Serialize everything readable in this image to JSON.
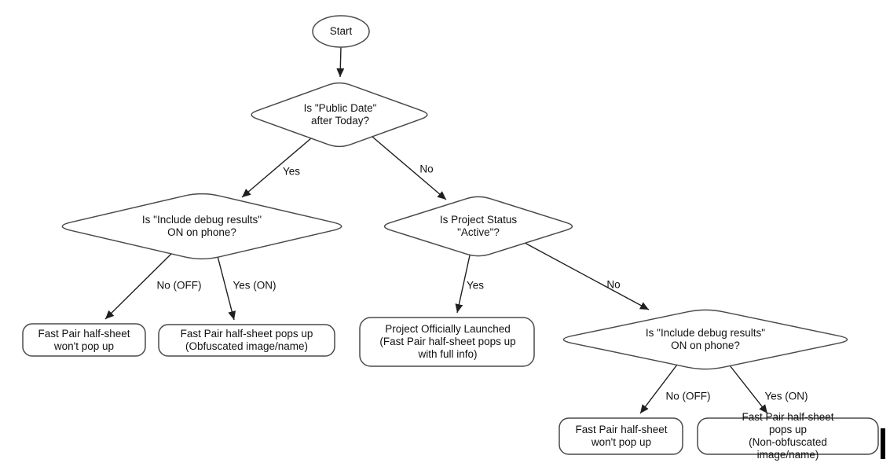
{
  "diagram": {
    "nodes": {
      "start": {
        "label": "Start"
      },
      "public_date": {
        "label": "Is \"Public Date\"\nafter Today?"
      },
      "debug_left": {
        "label": "Is \"Include debug results\"\nON on phone?"
      },
      "project_status": {
        "label": "Is Project Status\n\"Active\"?"
      },
      "debug_right": {
        "label": "Is \"Include debug results\"\nON on phone?"
      },
      "no_popup_left": {
        "label": "Fast Pair half-sheet\nwon't pop up"
      },
      "obfuscated": {
        "label": "Fast Pair half-sheet pops up\n(Obfuscated image/name)"
      },
      "launched": {
        "label": "Project Officially Launched\n(Fast Pair half-sheet pops up\nwith full info)"
      },
      "no_popup_right": {
        "label": "Fast Pair half-sheet\nwon't pop up"
      },
      "non_obfuscated": {
        "label": "Fast Pair half-sheet pops up\n(Non-obfuscated image/name)"
      }
    },
    "edge_labels": {
      "yes_top": "Yes",
      "no_top": "No",
      "no_off_left": "No (OFF)",
      "yes_on_left": "Yes (ON)",
      "yes_mid": "Yes",
      "no_mid": "No",
      "no_off_right": "No (OFF)",
      "yes_on_right": "Yes (ON)"
    },
    "colors": {
      "background": "#ffffff",
      "shape_stroke": "#4a4a4a",
      "arrow": "#1f1f1f",
      "text": "#111111"
    }
  }
}
